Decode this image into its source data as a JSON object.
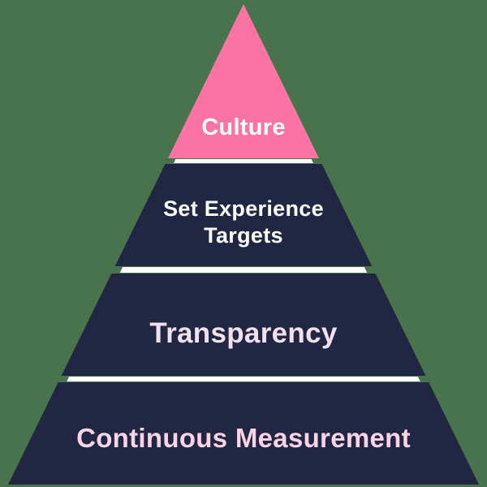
{
  "background_color": "#48734D",
  "pyramid": {
    "colors": {
      "tier_top_fill": "#FB74A3",
      "tier_body_fill": "#212742",
      "separator_fill": "#FFFFFF"
    },
    "tiers": [
      {
        "label": "Culture",
        "text_color": "#FFFFFF"
      },
      {
        "label": "Set Experience\nTargets",
        "text_color": "#FFFFFF"
      },
      {
        "label": "Transparency",
        "text_color": "#F1E1EE"
      },
      {
        "label": "Continuous Measurement",
        "text_color": "#F9D3E6"
      }
    ]
  }
}
